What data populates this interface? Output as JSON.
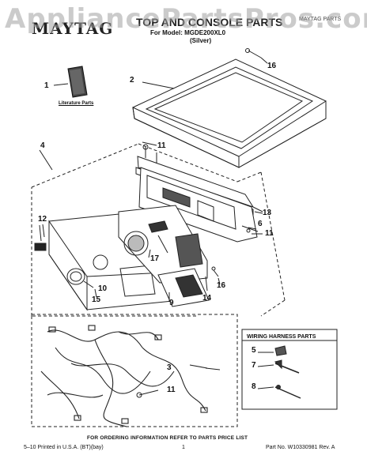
{
  "header": {
    "watermark": "AppliancePartsPros.com",
    "brand": "MAYTAG",
    "title": "TOP AND CONSOLE PARTS",
    "model_line": "For Model: MGDE200XL0",
    "color": "(Silver)",
    "right_text": "MAYTAG PARTS"
  },
  "literature_label": "Literature Parts",
  "callouts": [
    "1",
    "2",
    "3",
    "4",
    "5",
    "6",
    "7",
    "8",
    "9",
    "10",
    "11",
    "12",
    "13",
    "14",
    "15",
    "16",
    "17"
  ],
  "callout_11_repeats": [
    "11",
    "11",
    "11"
  ],
  "wiring_harness_title": "WIRING HARNESS PARTS",
  "footer": {
    "ordering_note": "FOR ORDERING INFORMATION REFER TO PARTS PRICE LIST",
    "printed": "5–10 Printed in U.S.A. (BT)(bay)",
    "page": "1",
    "part_no": "Part No. W10330981 Rev. A"
  },
  "colors": {
    "line": "#222222",
    "watermark": "#a0a0a0"
  }
}
